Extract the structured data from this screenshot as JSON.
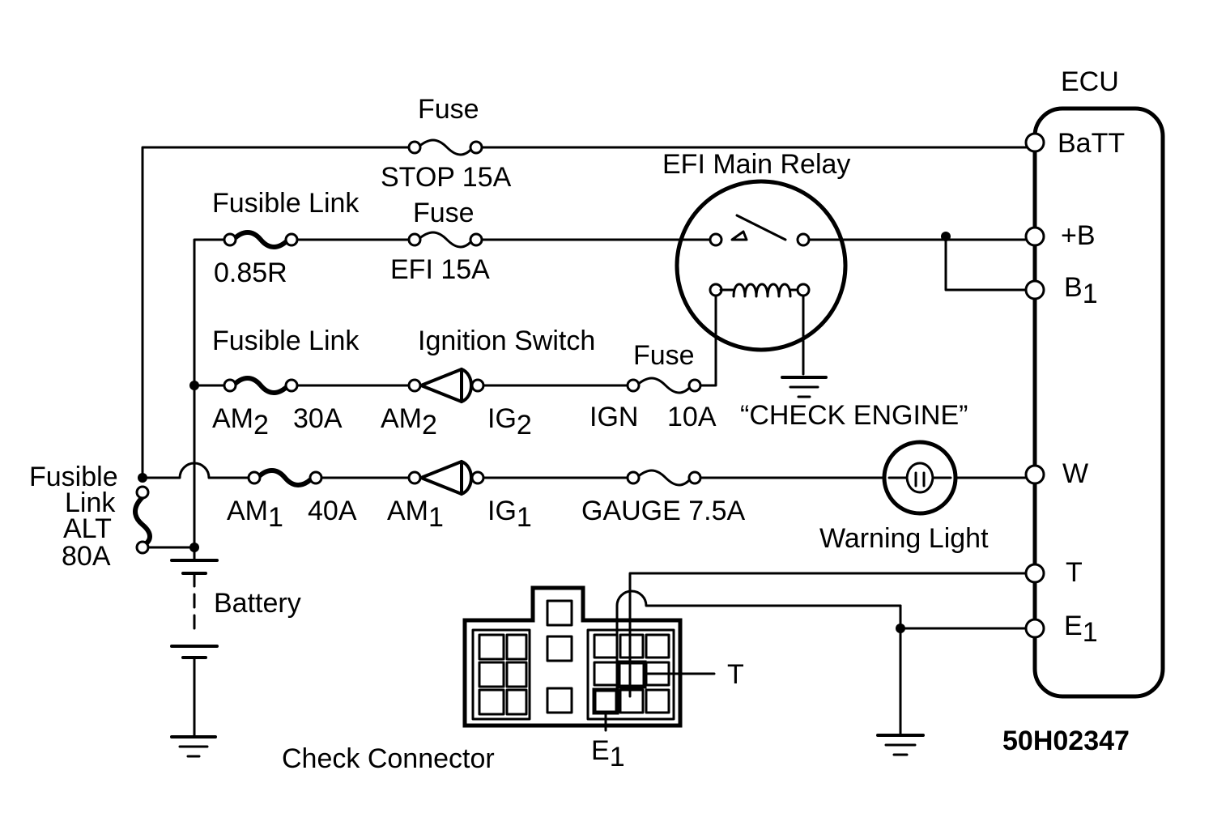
{
  "diagram": {
    "code": "50H02347",
    "ecu": {
      "title": "ECU",
      "terminals": [
        "BaTT",
        "+B",
        "B",
        "W",
        "T",
        "E"
      ],
      "sub_b1": "1",
      "sub_e1": "1"
    },
    "stop_circuit": {
      "fuse_label": "Fuse",
      "fuse_name": "STOP 15A"
    },
    "efi_circuit": {
      "fusible_link_label": "Fusible Link",
      "fusible_link_rating": "0.85R",
      "fuse_label": "Fuse",
      "fuse_name": "EFI 15A",
      "relay_label": "EFI Main Relay"
    },
    "am2_circuit": {
      "fusible_link_label": "Fusible Link",
      "link_name": "AM",
      "link_sub": "2",
      "link_rating": "30A",
      "switch_label": "Ignition Switch",
      "switch_in": "AM",
      "switch_in_sub": "2",
      "switch_out": "IG",
      "switch_out_sub": "2",
      "fuse_label": "Fuse",
      "fuse_name": "IGN",
      "fuse_rating": "10A",
      "check_engine_label": "“CHECK ENGINE”"
    },
    "am1_circuit": {
      "link_name": "AM",
      "link_sub": "1",
      "link_rating": "40A",
      "switch_in": "AM",
      "switch_in_sub": "1",
      "switch_out": "IG",
      "switch_out_sub": "1",
      "fuse_name": "GAUGE 7.5A",
      "lamp_label": "Warning Light"
    },
    "alt_link": {
      "line1": "Fusible",
      "line2": "Link",
      "line3": "ALT",
      "line4": "80A"
    },
    "battery_label": "Battery",
    "check_connector": {
      "label": "Check Connector",
      "pin_t": "T",
      "pin_e": "E",
      "pin_e_sub": "1"
    }
  }
}
